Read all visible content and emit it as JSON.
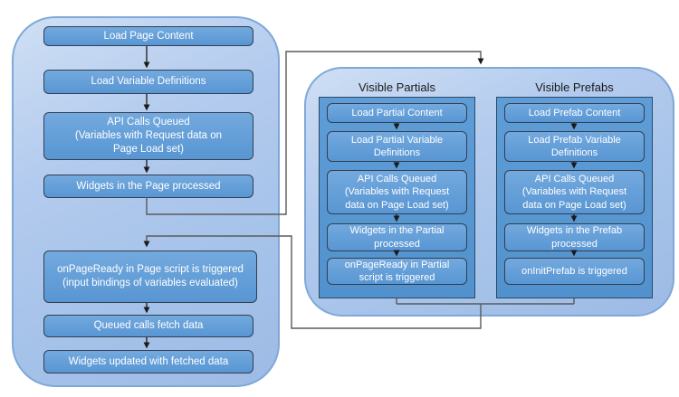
{
  "left_panel": {
    "boxes": [
      {
        "label": "Load Page Content"
      },
      {
        "label": "Load Variable Definitions"
      },
      {
        "label": "API Calls Queued\n(Variables with Request data on\nPage Load set)"
      },
      {
        "label": "Widgets in the Page processed"
      },
      {
        "label": "onPageReady in Page script is triggered\n(input bindings of variables evaluated)"
      },
      {
        "label": "Queued calls fetch data"
      },
      {
        "label": "Widgets updated with fetched data"
      }
    ]
  },
  "right_panel": {
    "columns": [
      {
        "title": "Visible Partials",
        "boxes": [
          {
            "label": "Load Partial Content"
          },
          {
            "label": "Load Partial Variable\nDefinitions"
          },
          {
            "label": "API Calls Queued\n(Variables with Request\ndata on Page Load set)"
          },
          {
            "label": "Widgets in the Partial\nprocessed"
          },
          {
            "label": "onPageReady in Partial\nscript  is triggered"
          }
        ]
      },
      {
        "title": "Visible Prefabs",
        "boxes": [
          {
            "label": "Load Prefab Content"
          },
          {
            "label": "Load Prefab Variable\nDefinitions"
          },
          {
            "label": "API Calls Queued\n(Variables with Request\ndata on Page Load set)"
          },
          {
            "label": "Widgets in the Prefab\nprocessed"
          },
          {
            "label": "onInitPrefab is triggered"
          }
        ]
      }
    ]
  },
  "colors": {
    "panel_fill": "#a9c5ea",
    "panel_border": "#7fa8d9",
    "column_fill": "#5797d2",
    "column_border": "#2c4a66",
    "box_fill": "#5b9bd5",
    "box_border": "#333f4f",
    "box_text": "#ffffff",
    "header_text": "#1a1a1a",
    "connector_line": "#5a5a5a",
    "arrow": "#1a1a1a"
  }
}
